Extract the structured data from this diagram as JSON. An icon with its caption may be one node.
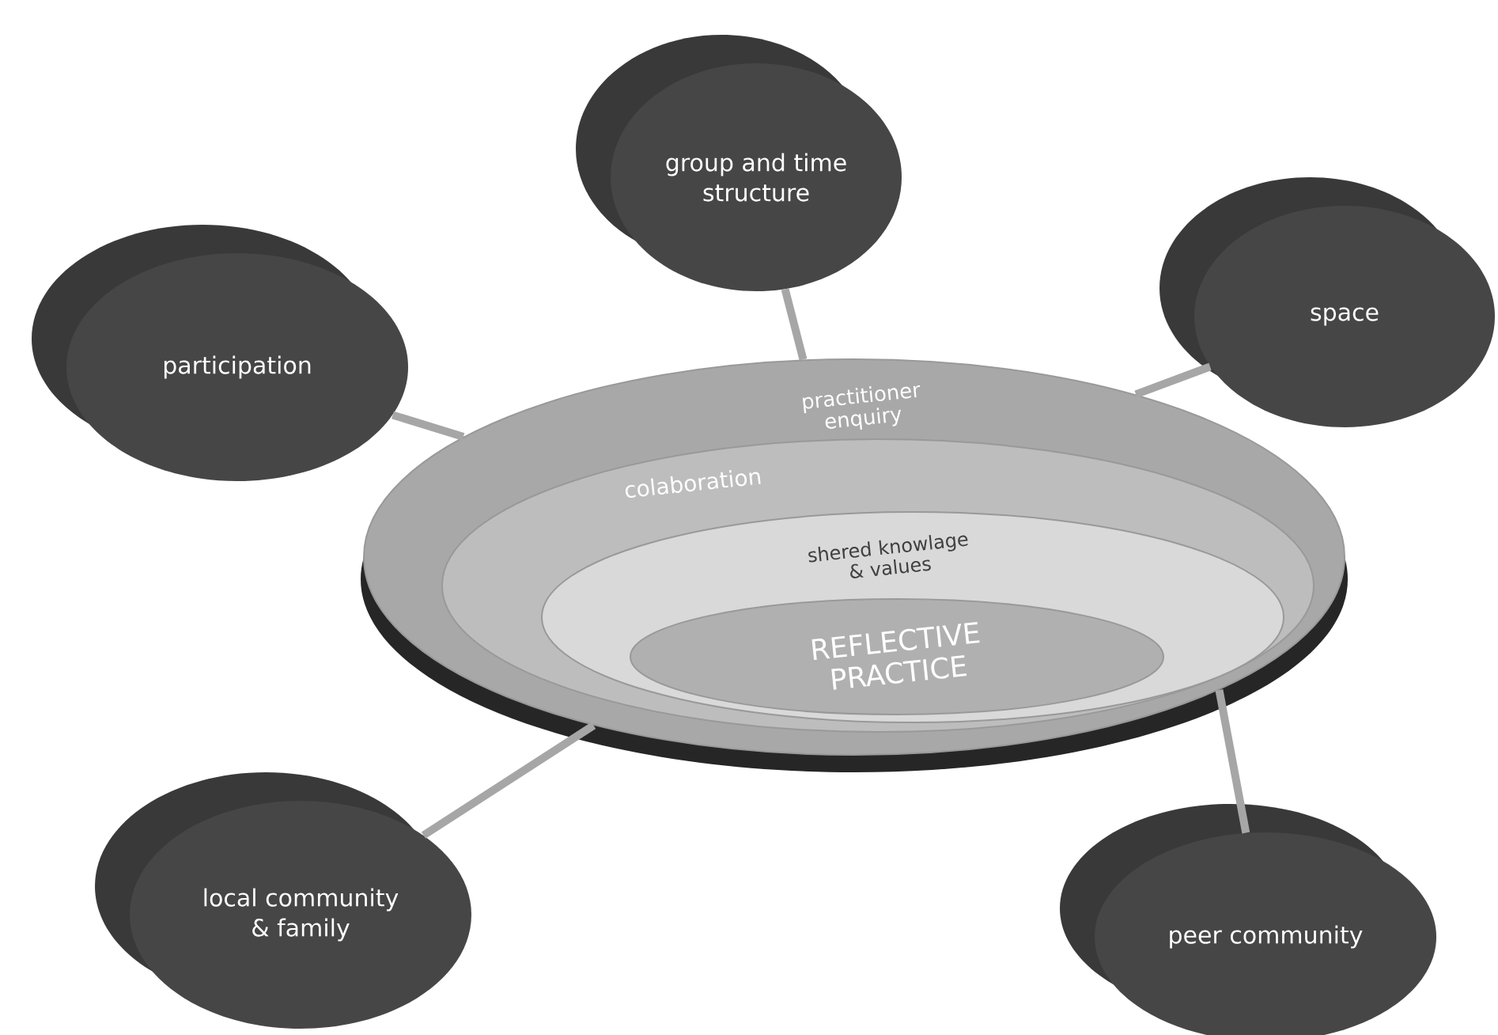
{
  "diagram": {
    "nodes": [
      {
        "text": [
          "practitioner enquiry"
        ]
      },
      {
        "text": [
          "colaboration"
        ],
        "in": 0
      },
      {
        "text": [
          "shered knowlage & values"
        ],
        "in": 1
      },
      {
        "text": [
          "REFLECTIVE PRACTICE"
        ],
        "in": 2
      },
      {
        "text": [
          "group and time structure"
        ]
      },
      {
        "text": [
          "participation"
        ]
      },
      {
        "text": [
          "space"
        ]
      },
      {
        "text": [
          "local community & family"
        ]
      },
      {
        "text": [
          "peer community"
        ]
      }
    ],
    "edges": [
      {
        "from": 4,
        "to": 0,
        "arrow": "none"
      },
      {
        "from": 5,
        "to": 0,
        "arrow": "none"
      },
      {
        "from": 6,
        "to": 0,
        "arrow": "none"
      },
      {
        "from": 7,
        "to": 0,
        "arrow": "none"
      },
      {
        "from": 8,
        "to": 0,
        "arrow": "none"
      }
    ]
  }
}
